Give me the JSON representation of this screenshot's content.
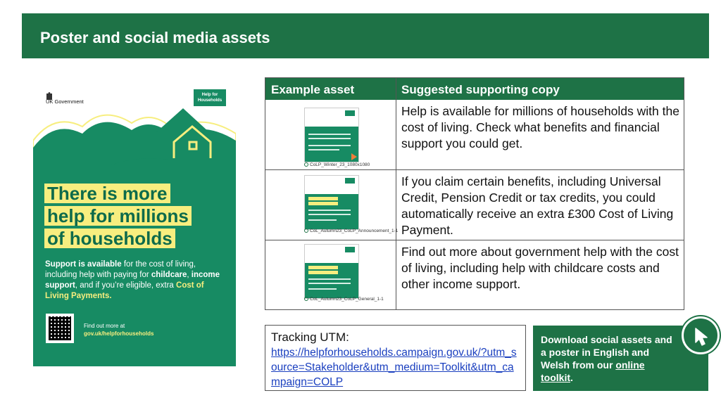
{
  "header": {
    "title": "Poster and social media assets"
  },
  "poster": {
    "gov_label": "UK Government",
    "badge": "Help for Households",
    "headline": [
      "There is more",
      "help for millions",
      "of households"
    ],
    "body_parts": {
      "p1": "Support is available",
      "p2": " for the cost of living, including help with paying for ",
      "p3": "childcare",
      "p4": ", ",
      "p5": "income support",
      "p6": ", and if you’re eligible, extra ",
      "p7": "Cost of Living Payments."
    },
    "find_label": "Find out more at",
    "find_url": "gov.uk/helpforhouseholds",
    "colors": {
      "green": "#178b63",
      "yellow": "#f7ee7f"
    }
  },
  "table": {
    "headers": [
      "Example asset",
      "Suggested supporting copy"
    ],
    "rows": [
      {
        "caption": "CoLP_Winter_23_1080x1080",
        "copy": "Help is available for millions of households with the cost of living. Check what benefits and financial support you could get."
      },
      {
        "caption": "CoL_Autumn23_CoLP_Announcement_1-1",
        "copy": "If you claim certain benefits, including Universal Credit, Pension Credit or tax credits, you could automatically receive an extra £300 Cost of Living Payment."
      },
      {
        "caption": "CoL_Autumn23_CoLP_General_1-1",
        "copy": "Find out more about government help with the cost of living, including help with childcare costs and other income support."
      }
    ]
  },
  "tracking": {
    "label": "Tracking UTM:",
    "url": "https://helpforhouseholds.campaign.gov.uk/?utm_source=Stakeholder&utm_medium=Toolkit&utm_campaign=COLP"
  },
  "download": {
    "text": "Download social assets and a poster in English and Welsh from our ",
    "link": "online toolkit",
    "suffix": "."
  },
  "icons": {
    "cursor": "cursor-click-icon",
    "crest": "crest-icon",
    "house": "house-icon"
  }
}
